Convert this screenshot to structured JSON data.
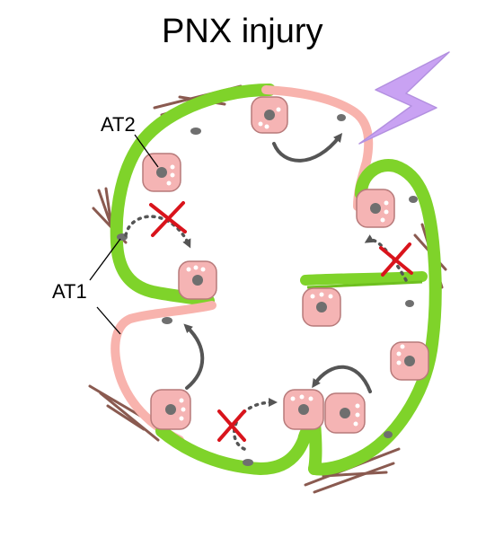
{
  "title": "PNX injury",
  "labels": {
    "at2": "AT2",
    "at1": "AT1"
  },
  "colors": {
    "at1_green": "#7fd32a",
    "at1_pink": "#f8b3ad",
    "at2_cell": "#f5b4b4",
    "nucleus": "#6f6f6f",
    "fibroblast": "#8a5a50",
    "lightning": "#c9a2f3",
    "blocked_x": "#d9141c",
    "arrow": "#555555"
  },
  "icons": [
    "lightning-bolt-icon",
    "x-block-icon",
    "curved-arrow-icon",
    "dotted-arrow-icon"
  ]
}
